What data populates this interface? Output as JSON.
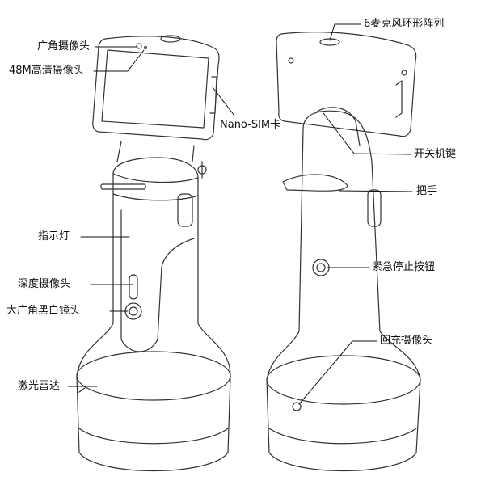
{
  "labels": {
    "wide_camera": "广角摄像头",
    "hd_camera": "48M高清摄像头",
    "sim_slot": "Nano-SIM卡",
    "indicator": "指示灯",
    "depth_camera": "深度摄像头",
    "bw_lens": "大广角黑白镜头",
    "lidar": "激光雷达",
    "mic_array": "6麦克风环形阵列",
    "power_key": "开关机键",
    "handle": "把手",
    "emergency_stop": "紧急停止按钮",
    "charging_camera": "回充摄像头"
  },
  "colors": {
    "line": "#333333",
    "text": "#111111"
  }
}
